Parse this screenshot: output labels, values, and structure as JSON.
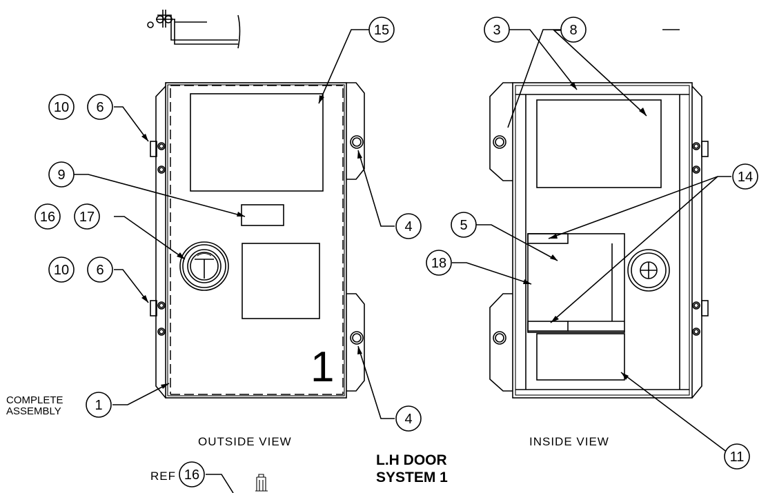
{
  "callouts": {
    "c15": "15",
    "c3": "3",
    "c8": "8",
    "c10a": "10",
    "c6a": "6",
    "c9": "9",
    "c16a": "16",
    "c17": "17",
    "c10b": "10",
    "c6b": "6",
    "c1": "1",
    "c4a": "4",
    "c4b": "4",
    "c14": "14",
    "c5": "5",
    "c18": "18",
    "c11": "11",
    "c16ref": "16"
  },
  "labels": {
    "complete": "COMPLETE",
    "assembly": "ASSEMBLY",
    "outside_view": "OUTSIDE VIEW",
    "inside_view": "INSIDE VIEW",
    "ref": "REF",
    "door_number": "1"
  },
  "title": {
    "line1": "L.H DOOR",
    "line2": "SYSTEM 1"
  }
}
